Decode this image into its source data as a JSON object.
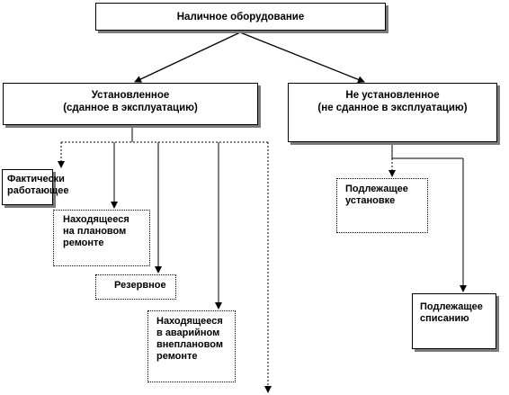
{
  "root": {
    "label": "Наличное оборудование"
  },
  "installed": {
    "label": "Установленное\n(сданное в эксплуатацию)"
  },
  "not_installed": {
    "label": "Не установленное\n(не сданное в эксплуатацию)"
  },
  "installed_children": [
    {
      "label": "Фактически\nработающее"
    },
    {
      "label": "Находящееся\nна плановом\nремонте"
    },
    {
      "label": "Резервное"
    },
    {
      "label": "Находящееся\nв аварийном\nвнеплановом\nремонте"
    }
  ],
  "not_installed_children": [
    {
      "label": "Подлежащее\nустановке"
    },
    {
      "label": "Подлежащее\nсписанию"
    }
  ],
  "colors": {
    "line": "#000000",
    "shadow": "#7a7a7a",
    "background": "#ffffff"
  }
}
